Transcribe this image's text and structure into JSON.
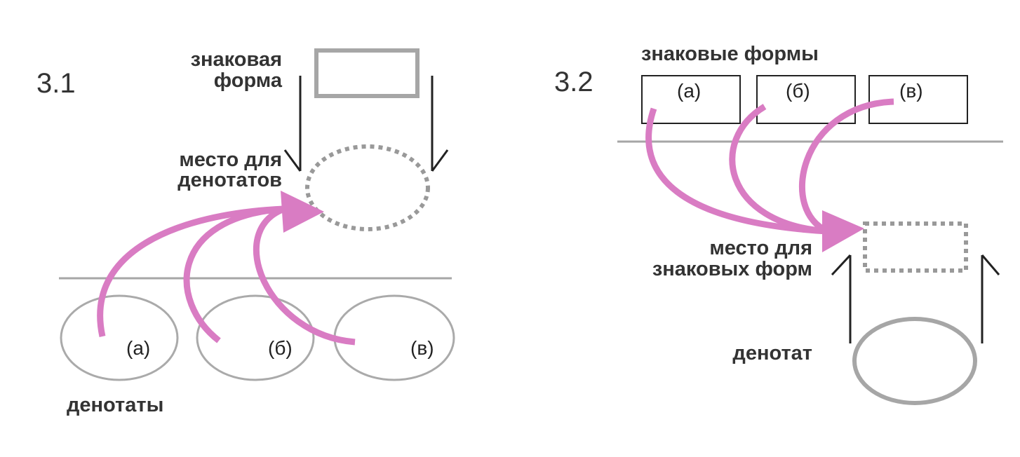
{
  "panel_1": {
    "number": "3.1",
    "sign_form_label_line1": "знаковая",
    "sign_form_label_line2": "форма",
    "denotation_slot_label_line1": "место для",
    "denotation_slot_label_line2": "денотатов",
    "denotata_label": "денотаты",
    "denotata": [
      {
        "letter": "(а)"
      },
      {
        "letter": "(б)"
      },
      {
        "letter": "(в)"
      }
    ]
  },
  "panel_2": {
    "number": "3.2",
    "sign_forms_label": "знаковые формы",
    "sign_forms": [
      {
        "letter": "(а)"
      },
      {
        "letter": "(б)"
      },
      {
        "letter": "(в)"
      }
    ],
    "form_slot_label_line1": "место для",
    "form_slot_label_line2": "знаковых форм",
    "denotatum_label": "денотат"
  },
  "colors": {
    "arrow_pink": "#d97cc3",
    "line_gray": "#a6a6a6",
    "shape_gray": "#a6a6a6",
    "dark": "#222222"
  }
}
